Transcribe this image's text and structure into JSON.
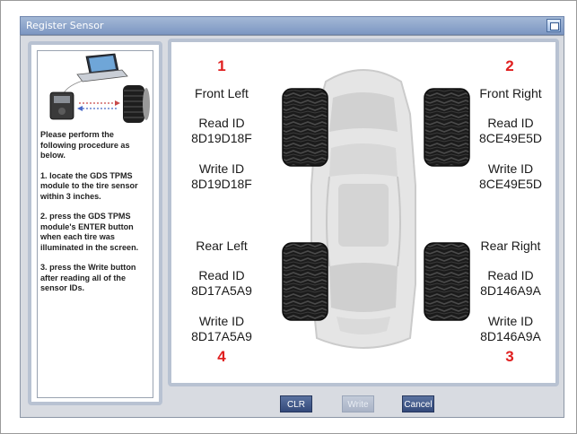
{
  "window": {
    "title": "Register Sensor"
  },
  "instructions": [
    "Please perform the following procedure as below.",
    "1. locate the GDS TPMS module to the tire sensor within 3 inches.",
    "2. press the GDS TPMS module's ENTER button when each tire was illuminated in the screen.",
    "3. press the Write button after reading all of the sensor IDs."
  ],
  "tires": {
    "front_left": {
      "number": "1",
      "name": "Front Left",
      "read_label": "Read ID",
      "read_id": "8D19D18F",
      "write_label": "Write ID",
      "write_id": "8D19D18F"
    },
    "front_right": {
      "number": "2",
      "name": "Front Right",
      "read_label": "Read ID",
      "read_id": "8CE49E5D",
      "write_label": "Write ID",
      "write_id": "8CE49E5D"
    },
    "rear_left": {
      "number": "4",
      "name": "Rear Left",
      "read_label": "Read ID",
      "read_id": "8D17A5A9",
      "write_label": "Write ID",
      "write_id": "8D17A5A9"
    },
    "rear_right": {
      "number": "3",
      "name": "Rear Right",
      "read_label": "Read ID",
      "read_id": "8D146A9A",
      "write_label": "Write ID",
      "write_id": "8D146A9A"
    }
  },
  "buttons": {
    "clr": "CLR",
    "write": "Write",
    "cancel": "Cancel"
  },
  "colors": {
    "accent": "#3a5285",
    "number_red": "#e01f1f",
    "panel_border": "#b8c2d2"
  }
}
